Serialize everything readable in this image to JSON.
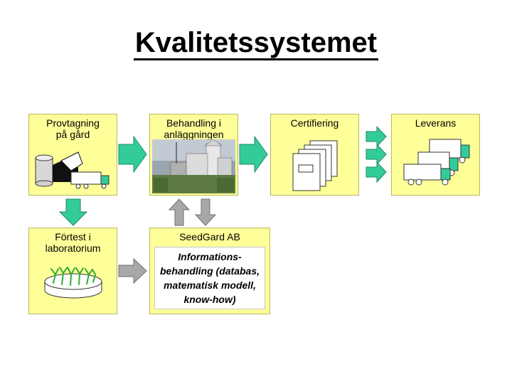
{
  "title": "Kvalitetssystemet",
  "boxes": {
    "provtagning": "Provtagning\npå gård",
    "behandling": "Behandling i\nanläggningen",
    "certifiering": "Certifiering",
    "leverans": "Leverans",
    "fortest": "Förtest i\nlaboratorium",
    "seedgard": "SeedGard AB",
    "informationsbehandling": "Informations-\nbehandling (databas,\nmatematisk modell,\nknow-how)"
  },
  "colors": {
    "box_fill": "#ffff99",
    "arrow_fill": "#33cc99",
    "arrow_gray": "#a8a8a8"
  }
}
